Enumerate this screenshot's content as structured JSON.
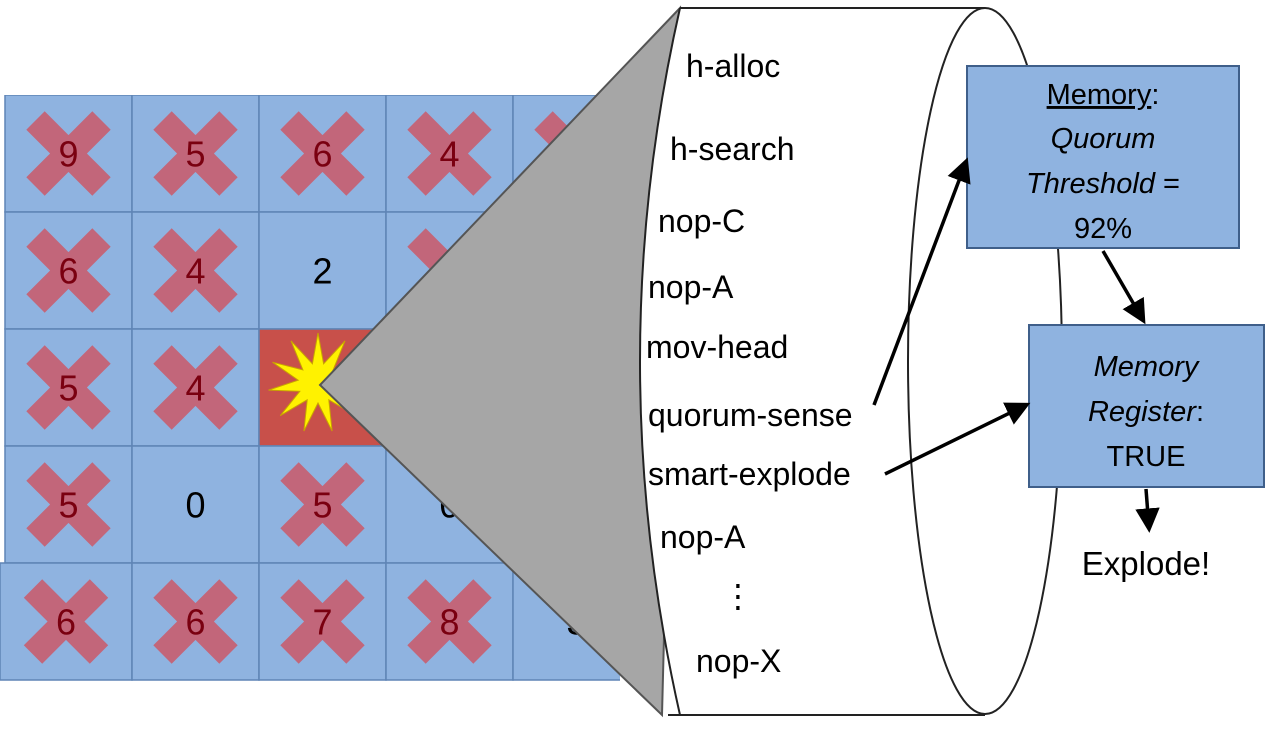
{
  "grid": {
    "cell_fill": "#8fb3e0",
    "cell_stroke": "#5f84b5",
    "x_color": "#c2667a",
    "killed_number_color": "#7a0010",
    "alive_number_color": "#000000",
    "explode_cell_fill": "#c8504a",
    "star_color": "#fff200",
    "rows": [
      [
        {
          "v": "9",
          "x": true
        },
        {
          "v": "5",
          "x": true
        },
        {
          "v": "6",
          "x": true
        },
        {
          "v": "4",
          "x": true
        },
        {
          "v": "",
          "x": true
        }
      ],
      [
        {
          "v": "6",
          "x": true
        },
        {
          "v": "4",
          "x": true
        },
        {
          "v": "2",
          "x": false
        },
        {
          "v": "",
          "x": true
        },
        {
          "v": "",
          "x": false
        }
      ],
      [
        {
          "v": "5",
          "x": true
        },
        {
          "v": "4",
          "x": true
        },
        {
          "v": "",
          "x": false,
          "explode": true
        },
        {
          "v": "",
          "x": false
        },
        {
          "v": "",
          "x": false
        }
      ],
      [
        {
          "v": "5",
          "x": true
        },
        {
          "v": "0",
          "x": false
        },
        {
          "v": "5",
          "x": true
        },
        {
          "v": "0",
          "x": false
        },
        {
          "v": "",
          "x": false
        }
      ],
      [
        {
          "v": "6",
          "x": true
        },
        {
          "v": "6",
          "x": true
        },
        {
          "v": "7",
          "x": true
        },
        {
          "v": "8",
          "x": true
        },
        {
          "v": "3",
          "x": false
        }
      ]
    ]
  },
  "zoom_fill": "#a6a6a6",
  "genome": {
    "instructions": [
      "h-alloc",
      "h-search",
      "nop-C",
      "nop-A",
      "mov-head",
      "quorum-sense",
      "smart-explode",
      "nop-A",
      "⋮",
      "nop-X"
    ]
  },
  "memory_box": {
    "fill": "#8fb3e0",
    "heading": "Memory",
    "heading_suffix": ":",
    "line2": "Quorum",
    "line3_italic": "Threshold",
    "line3_rest": " =",
    "line4": "92%"
  },
  "register_box": {
    "fill": "#8fb3e0",
    "line1": "Memory",
    "line2_italic": "Register",
    "line2_rest": ":",
    "line3": "TRUE"
  },
  "result": {
    "text": "Explode!"
  }
}
